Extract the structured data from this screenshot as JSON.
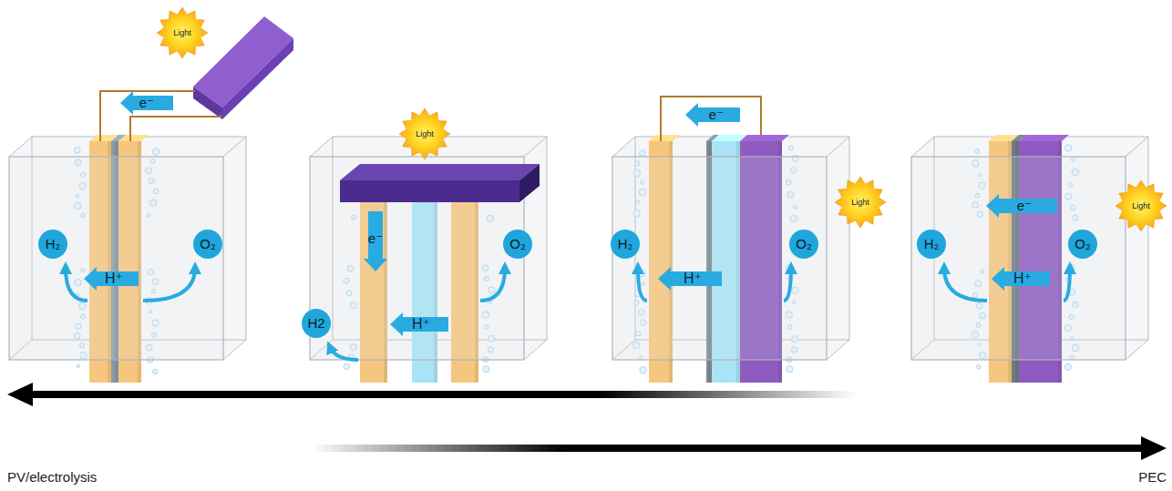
{
  "diagram": {
    "nodes": [
      {
        "text": [
          "Light"
        ]
      },
      {
        "text": [
          "H₂"
        ]
      },
      {
        "text": [
          "O₂"
        ]
      },
      {
        "text": [
          "Light"
        ]
      },
      {
        "text": [
          "H2"
        ]
      },
      {
        "text": [
          "O₂"
        ]
      },
      {
        "text": [
          "Light"
        ]
      },
      {
        "text": [
          "H₂"
        ]
      },
      {
        "text": [
          "O₂"
        ]
      },
      {
        "text": [
          "Light"
        ]
      },
      {
        "text": [
          "H₂"
        ]
      },
      {
        "text": [
          "O₂"
        ]
      }
    ],
    "labels": [
      "e⁻",
      "H⁺",
      "e⁻",
      "H⁺",
      "e⁻",
      "H⁺",
      "e⁻",
      "H⁺",
      "PV/electrolysis",
      "PEC"
    ]
  }
}
